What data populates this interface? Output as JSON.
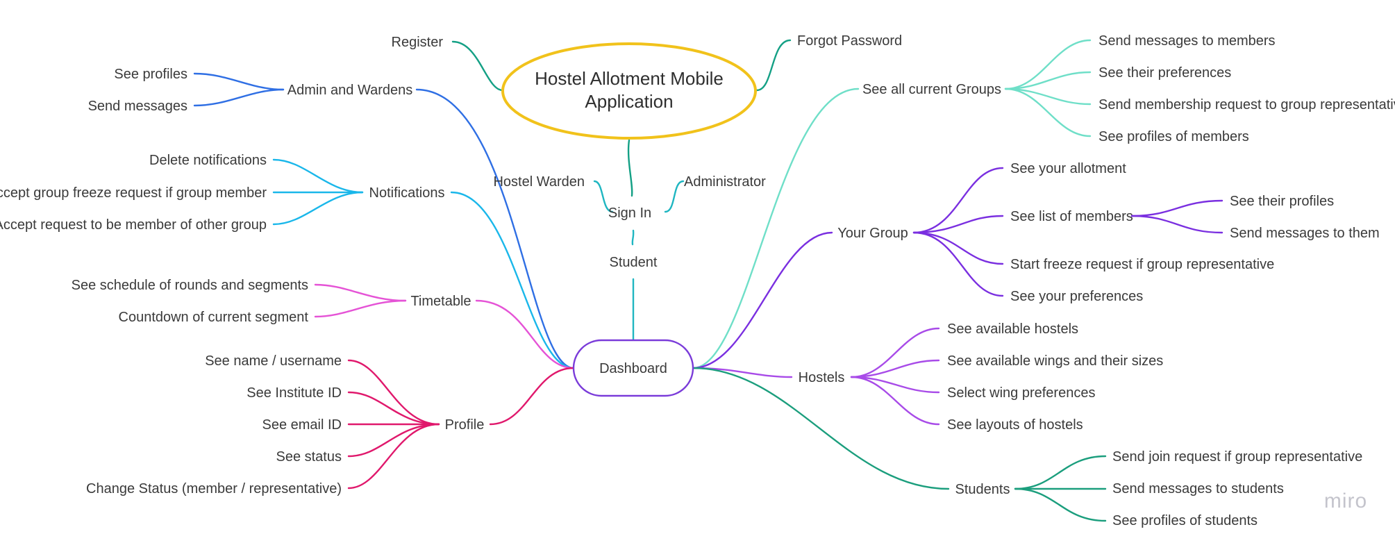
{
  "root": {
    "title_line1": "Hostel Allotment Mobile",
    "title_line2": "Application",
    "register": "Register",
    "forgot_password": "Forgot Password",
    "sign_in": "Sign In",
    "hostel_warden": "Hostel Warden",
    "administrator": "Administrator",
    "student": "Student"
  },
  "dashboard": {
    "label": "Dashboard"
  },
  "left": {
    "admin_wardens": {
      "label": "Admin and Wardens",
      "children": [
        "See profiles",
        "Send messages"
      ]
    },
    "notifications": {
      "label": "Notifications",
      "children": [
        "Delete notifications",
        "Accept group freeze request if group member",
        "Accept request to be member of other group"
      ]
    },
    "timetable": {
      "label": "Timetable",
      "children": [
        "See schedule of rounds and segments",
        "Countdown of current segment"
      ]
    },
    "profile": {
      "label": "Profile",
      "children": [
        "See name / username",
        "See Institute ID",
        "See email ID",
        "See status",
        "Change Status (member / representative)"
      ]
    }
  },
  "right": {
    "current_groups": {
      "label": "See all current Groups",
      "children": [
        "Send messages to members",
        "See their preferences",
        "Send membership request to group representative",
        "See profiles of members"
      ]
    },
    "your_group": {
      "label": "Your Group",
      "children": [
        "See your allotment",
        "See list of members",
        "Start freeze request if group representative",
        "See your preferences"
      ],
      "members_children": [
        "See their profiles",
        "Send messages to them"
      ]
    },
    "hostels": {
      "label": "Hostels",
      "children": [
        "See available hostels",
        "See available wings and their sizes",
        "Select wing preferences",
        "See layouts of hostels"
      ]
    },
    "students": {
      "label": "Students",
      "children": [
        "Send join request if group representative",
        "Send messages to students",
        "See profiles of students"
      ]
    }
  },
  "watermark": "miro",
  "colors": {
    "title_ellipse": "#f1c21b",
    "dashboard_border": "#7a3bd9",
    "auth_teal": "#14a085",
    "sign_in_cyan": "#1fb6c1",
    "admin_blue": "#2f6fe4",
    "notifications_cyan": "#1ab7ea",
    "timetable_pink": "#e553d6",
    "profile_magenta": "#e0186c",
    "groups_mint": "#6fdfc8",
    "your_group_purple": "#7a2fe0",
    "hostels_purple": "#a84be8",
    "students_green": "#1b9e7d"
  }
}
